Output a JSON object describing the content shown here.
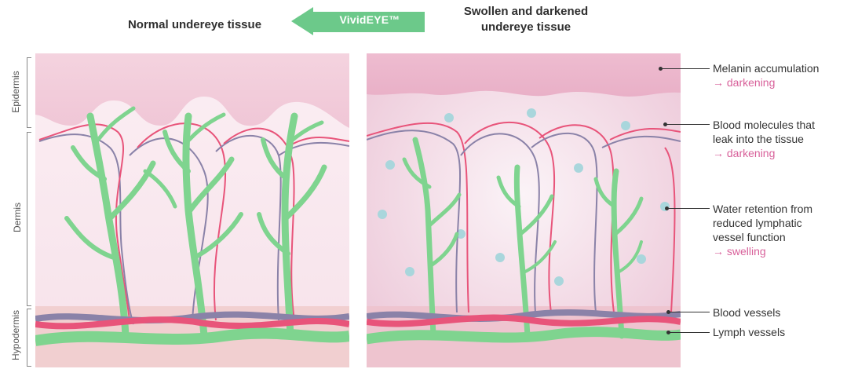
{
  "header": {
    "normal_title": "Normal undereye tissue",
    "swollen_title_line1": "Swollen and darkened",
    "swollen_title_line2": "undereye tissue",
    "product_arrow_label": "VividEYE™"
  },
  "layers": {
    "epidermis": "Epidermis",
    "dermis": "Dermis",
    "hypodermis": "Hypodermis"
  },
  "annotations": [
    {
      "lines": [
        "Melanin accumulation"
      ],
      "highlight": "→ darkening"
    },
    {
      "lines": [
        "Blood molecules that",
        "leak into the tissue"
      ],
      "highlight": "→ darkening"
    },
    {
      "lines": [
        "Water retention from",
        "reduced lymphatic",
        "vessel function"
      ],
      "highlight": "→ swelling"
    },
    {
      "lines": [
        "Blood vessels"
      ],
      "highlight": ""
    },
    {
      "lines": [
        "Lymph vessels"
      ],
      "highlight": ""
    }
  ],
  "colors": {
    "arrow_green": "#6cc98a",
    "lymph_green": "#7fd48f",
    "blood_red": "#e8547a",
    "vein_purple": "#8a82a8",
    "epidermis_pink": "#f2c8d8",
    "highlight_pink": "#d8609a",
    "fluid_dot": "#a9d6dc"
  }
}
